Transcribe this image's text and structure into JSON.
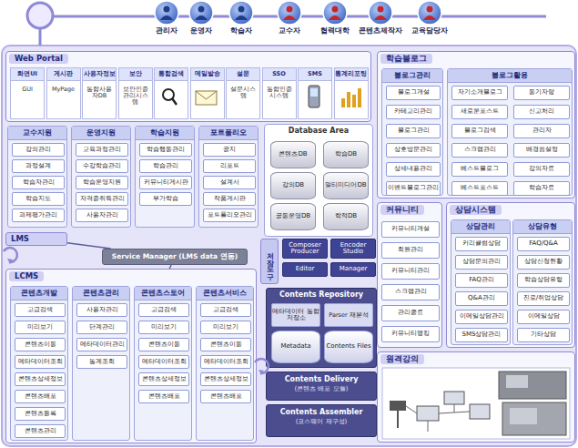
{
  "diagram": {
    "nodes": [
      {
        "text": [
          "관리자"
        ]
      },
      {
        "text": [
          "운영자"
        ]
      },
      {
        "text": [
          "학습자"
        ]
      },
      {
        "text": [
          "교수자"
        ]
      },
      {
        "text": [
          "협력대학"
        ]
      },
      {
        "text": [
          "콘텐츠제작자"
        ]
      },
      {
        "text": [
          "교육담당자"
        ]
      },
      {
        "text": [
          "Web Portal"
        ]
      },
      {
        "text": [
          "화면UI",
          "GUI"
        ],
        "in": 7
      },
      {
        "text": [
          "게시판",
          "MyPage"
        ],
        "in": 7
      },
      {
        "text": [
          "사용자정보",
          "통합사용자DB"
        ],
        "in": 7
      },
      {
        "text": [
          "보안",
          "보안인증 관리시스템"
        ],
        "in": 7
      },
      {
        "text": [
          "통합검색"
        ],
        "in": 7
      },
      {
        "text": [
          "메일발송"
        ],
        "in": 7
      },
      {
        "text": [
          "설문",
          "설문시스템"
        ],
        "in": 7
      },
      {
        "text": [
          "SSO",
          "통합인증시스템"
        ],
        "in": 7
      },
      {
        "text": [
          "SMS"
        ],
        "in": 7
      },
      {
        "text": [
          "통계리포팅"
        ],
        "in": 7
      },
      {
        "text": [
          "교수지원"
        ]
      },
      {
        "text": [
          "강의관리"
        ],
        "in": 18
      },
      {
        "text": [
          "과정설계"
        ],
        "in": 18
      },
      {
        "text": [
          "학습자관리"
        ],
        "in": 18
      },
      {
        "text": [
          "학습지도"
        ],
        "in": 18
      },
      {
        "text": [
          "과제평가관리"
        ],
        "in": 18
      },
      {
        "text": [
          "운영지원"
        ]
      },
      {
        "text": [
          "교육과정관리"
        ],
        "in": 24
      },
      {
        "text": [
          "수강학습관리"
        ],
        "in": 24
      },
      {
        "text": [
          "학습운영지원"
        ],
        "in": 24
      },
      {
        "text": [
          "자격증취득관리"
        ],
        "in": 24
      },
      {
        "text": [
          "사용자관리"
        ],
        "in": 24
      },
      {
        "text": [
          "학습지원"
        ]
      },
      {
        "text": [
          "학습행동관리"
        ],
        "in": 30
      },
      {
        "text": [
          "학습관리"
        ],
        "in": 30
      },
      {
        "text": [
          "커뮤니티게시판"
        ],
        "in": 30
      },
      {
        "text": [
          "부가학습"
        ],
        "in": 30
      },
      {
        "text": [
          "포트폴리오"
        ]
      },
      {
        "text": [
          "공지"
        ],
        "in": 35
      },
      {
        "text": [
          "리포트"
        ],
        "in": 35
      },
      {
        "text": [
          "설계서"
        ],
        "in": 35
      },
      {
        "text": [
          "작품게시판"
        ],
        "in": 35
      },
      {
        "text": [
          "포트폴리오관리"
        ],
        "in": 35
      },
      {
        "text": [
          "Database Area"
        ]
      },
      {
        "text": [
          "콘텐츠DB"
        ],
        "in": 41
      },
      {
        "text": [
          "학습DB"
        ],
        "in": 41
      },
      {
        "text": [
          "강의DB"
        ],
        "in": 41
      },
      {
        "text": [
          "멀티미디어DB"
        ],
        "in": 41
      },
      {
        "text": [
          "공동운영DB"
        ],
        "in": 41
      },
      {
        "text": [
          "학적DB"
        ],
        "in": 41
      },
      {
        "text": [
          "LMS"
        ]
      },
      {
        "text": [
          "Service Manager (LMS data 연동)"
        ]
      },
      {
        "text": [
          "LCMS"
        ]
      },
      {
        "text": [
          "콘텐츠개발"
        ],
        "in": 50
      },
      {
        "text": [
          "고급검색"
        ],
        "in": 51
      },
      {
        "text": [
          "미리보기"
        ],
        "in": 51
      },
      {
        "text": [
          "콘텐츠이동"
        ],
        "in": 51
      },
      {
        "text": [
          "메타데이터조회"
        ],
        "in": 51
      },
      {
        "text": [
          "콘텐츠상세정보"
        ],
        "in": 51
      },
      {
        "text": [
          "콘텐츠배포"
        ],
        "in": 51
      },
      {
        "text": [
          "콘텐츠등록"
        ],
        "in": 51
      },
      {
        "text": [
          "콘텐츠관리"
        ],
        "in": 51
      },
      {
        "text": [
          "콘텐츠관리"
        ],
        "in": 50
      },
      {
        "text": [
          "사용자관리"
        ],
        "in": 60
      },
      {
        "text": [
          "단계관리"
        ],
        "in": 60
      },
      {
        "text": [
          "메타데이터관리"
        ],
        "in": 60
      },
      {
        "text": [
          "통계조회"
        ],
        "in": 60
      },
      {
        "text": [
          "콘텐츠스토어"
        ],
        "in": 50
      },
      {
        "text": [
          "고급검색"
        ],
        "in": 65
      },
      {
        "text": [
          "미리보기"
        ],
        "in": 65
      },
      {
        "text": [
          "콘텐츠이동"
        ],
        "in": 65
      },
      {
        "text": [
          "메타데이터조회"
        ],
        "in": 65
      },
      {
        "text": [
          "콘텐츠상세정보"
        ],
        "in": 65
      },
      {
        "text": [
          "콘텐츠배포"
        ],
        "in": 65
      },
      {
        "text": [
          "콘텐츠서비스"
        ],
        "in": 50
      },
      {
        "text": [
          "고급검색"
        ],
        "in": 72
      },
      {
        "text": [
          "미리보기"
        ],
        "in": 72
      },
      {
        "text": [
          "콘텐츠이동"
        ],
        "in": 72
      },
      {
        "text": [
          "메타데이터조회"
        ],
        "in": 72
      },
      {
        "text": [
          "콘텐츠상세정보"
        ],
        "in": 72
      },
      {
        "text": [
          "콘텐츠배포"
        ],
        "in": 72
      },
      {
        "text": [
          "저작도구"
        ]
      },
      {
        "text": [
          "Composer Producer"
        ]
      },
      {
        "text": [
          "Encoder Studio"
        ]
      },
      {
        "text": [
          "Editor"
        ]
      },
      {
        "text": [
          "Manager"
        ]
      },
      {
        "text": [
          "Contents Repository"
        ]
      },
      {
        "text": [
          "메타데이터 통합저장소"
        ],
        "in": 84
      },
      {
        "text": [
          "Parser 재분석"
        ],
        "in": 84
      },
      {
        "text": [
          "Metadata"
        ],
        "in": 84
      },
      {
        "text": [
          "Contents Files"
        ],
        "in": 84
      },
      {
        "text": [
          "Contents Delivery",
          "(콘텐츠 배포 모듈)"
        ]
      },
      {
        "text": [
          "Contents Assembler",
          "(코스웨어 재구성)"
        ]
      },
      {
        "text": [
          "학습블로그"
        ]
      },
      {
        "text": [
          "블로그관리"
        ],
        "in": 91
      },
      {
        "text": [
          "블로그개설"
        ],
        "in": 92
      },
      {
        "text": [
          "카테고리관리"
        ],
        "in": 92
      },
      {
        "text": [
          "블로그관리"
        ],
        "in": 92
      },
      {
        "text": [
          "상호방문관리"
        ],
        "in": 92
      },
      {
        "text": [
          "상세내용관리"
        ],
        "in": 92
      },
      {
        "text": [
          "이벤트블로그관리"
        ],
        "in": 92
      },
      {
        "text": [
          "블로그활용"
        ],
        "in": 91
      },
      {
        "text": [
          "자기소개블로그"
        ],
        "in": 99
      },
      {
        "text": [
          "새로운포스트"
        ],
        "in": 99
      },
      {
        "text": [
          "블로그검색"
        ],
        "in": 99
      },
      {
        "text": [
          "스크랩관리"
        ],
        "in": 99
      },
      {
        "text": [
          "베스트블로그"
        ],
        "in": 99
      },
      {
        "text": [
          "베스트포스트"
        ],
        "in": 99
      },
      {
        "text": [
          "동기자랑"
        ],
        "in": 99
      },
      {
        "text": [
          "신고처리"
        ],
        "in": 99
      },
      {
        "text": [
          "관리자"
        ],
        "in": 99
      },
      {
        "text": [
          "배경음설정"
        ],
        "in": 99
      },
      {
        "text": [
          "강의자료"
        ],
        "in": 99
      },
      {
        "text": [
          "학습자료"
        ],
        "in": 99
      },
      {
        "text": [
          "커뮤니티"
        ]
      },
      {
        "text": [
          "커뮤니티개설"
        ],
        "in": 112
      },
      {
        "text": [
          "회원관리"
        ],
        "in": 112
      },
      {
        "text": [
          "커뮤니티관리"
        ],
        "in": 112
      },
      {
        "text": [
          "스크랩관리"
        ],
        "in": 112
      },
      {
        "text": [
          "관리종료"
        ],
        "in": 112
      },
      {
        "text": [
          "커뮤니티랭킹"
        ],
        "in": 112
      },
      {
        "text": [
          "상담시스템"
        ]
      },
      {
        "text": [
          "상담관리"
        ],
        "in": 119
      },
      {
        "text": [
          "커리큘럼상담"
        ],
        "in": 120
      },
      {
        "text": [
          "상담문의관리"
        ],
        "in": 120
      },
      {
        "text": [
          "FAQ관리"
        ],
        "in": 120
      },
      {
        "text": [
          "Q&A관리"
        ],
        "in": 120
      },
      {
        "text": [
          "이메일상담관리"
        ],
        "in": 120
      },
      {
        "text": [
          "SMS상담관리"
        ],
        "in": 120
      },
      {
        "text": [
          "상담유형"
        ],
        "in": 119
      },
      {
        "text": [
          "FAQ/Q&A"
        ],
        "in": 127
      },
      {
        "text": [
          "상담신청현황"
        ],
        "in": 127
      },
      {
        "text": [
          "학습상담유형"
        ],
        "in": 127
      },
      {
        "text": [
          "진로/취업상담"
        ],
        "in": 127
      },
      {
        "text": [
          "이메일상담"
        ],
        "in": 127
      },
      {
        "text": [
          "기타상담"
        ],
        "in": 127
      },
      {
        "text": [
          "원격강의"
        ]
      }
    ],
    "edges": [
      {
        "from": 48,
        "to": 49,
        "arrow": "none"
      },
      {
        "from": 49,
        "to": 50,
        "arrow": "none"
      }
    ]
  }
}
